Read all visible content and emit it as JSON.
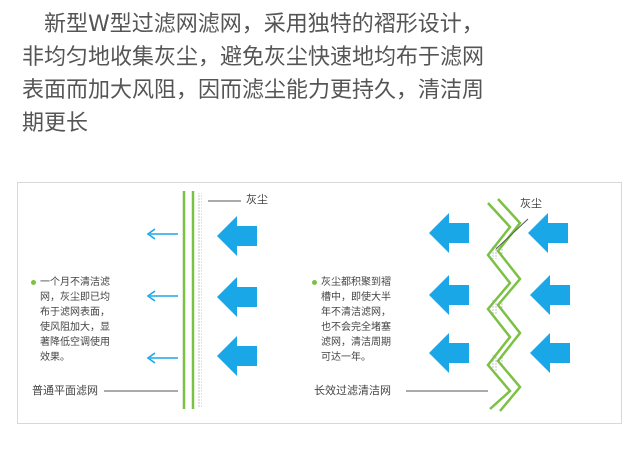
{
  "intro": {
    "line1": "新型W型过滤网滤网，采用独特的褶形设计，",
    "line2": "非均匀地收集灰尘，避免灰尘快速地均布于滤网",
    "line3": "表面而加大风阻，因而滤尘能力更持久，清洁周",
    "line4": "期更长"
  },
  "left": {
    "dust_label": "灰尘",
    "note": [
      "一个月不清洁滤",
      "网，灰尘即已均",
      "布于滤网表面，",
      "使风阻加大，显",
      "著降低空调使用",
      "效果。"
    ],
    "caption": "普通平面滤网"
  },
  "right": {
    "dust_label": "灰尘",
    "note": [
      "灰尘都积聚到褶",
      "槽中，即使大半",
      "年不清洁滤网，",
      "也不会完全堵塞",
      "滤网，清洁周期",
      "可达一年。"
    ],
    "caption": "长效过滤清洁网"
  },
  "colors": {
    "arrow_blue": "#1aa7e8",
    "filter_green": "#7bc143",
    "dust_gray": "#9a9a9a"
  }
}
